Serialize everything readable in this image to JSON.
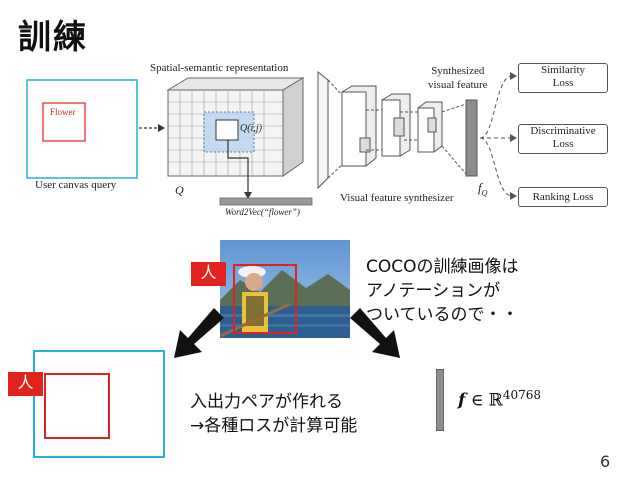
{
  "slide": {
    "title": "訓練",
    "page_number": "6"
  },
  "figure": {
    "canvas_label": "Flower",
    "canvas_caption": "User canvas query",
    "spatial_title": "Spatial-semantic representation",
    "cell_label": "Q(i,j)",
    "q_label": "Q",
    "word2vec_label": "Word2Vec(“flower”)",
    "synth_caption": "Visual feature synthesizer",
    "synth_feature_label": "Synthesized\nvisual feature",
    "fq_label": "f",
    "fq_sub": "Q",
    "losses": [
      "Similarity\nLoss",
      "Discriminative\nLoss",
      "Ranking Loss"
    ]
  },
  "lower": {
    "person_tag_top": "人",
    "person_tag_left": "人",
    "coco_text": "COCOの訓練画像は\nアノテーションが\nついているので・・",
    "pair_text": "入出力ペアが作れる\n→各種ロスが計算可能",
    "formula_f": "f",
    "formula_in": "∈",
    "formula_set": "ℝ",
    "formula_exp": "40768"
  },
  "colors": {
    "canvas_border": "#29aee0",
    "label_red": "#e0231d",
    "box_red": "#e0231d"
  }
}
